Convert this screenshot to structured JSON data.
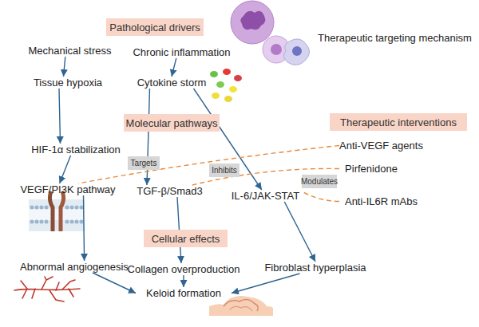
{
  "diagram": {
    "nodes": [
      {
        "text": [
          "Pathological drivers"
        ]
      },
      {
        "text": [
          "Mechanical stress"
        ]
      },
      {
        "text": [
          "Chronic inflammation"
        ]
      },
      {
        "text": [
          "Tissue hypoxia"
        ]
      },
      {
        "text": [
          "Cytokine storm"
        ]
      },
      {
        "text": [
          "Molecular pathways"
        ]
      },
      {
        "text": [
          "Therapeutic interventions"
        ]
      },
      {
        "text": [
          "Anti-VEGF agents"
        ]
      },
      {
        "text": [
          "HIF-1α stabilization"
        ]
      },
      {
        "text": [
          "Targets"
        ]
      },
      {
        "text": [
          "Pirfenidone"
        ]
      },
      {
        "text": [
          "Inhibits"
        ]
      },
      {
        "text": [
          "Modulates"
        ]
      },
      {
        "text": [
          "VEGF/PI3K pathway"
        ]
      },
      {
        "text": [
          "TGF-β/Smad3"
        ]
      },
      {
        "text": [
          "IL-6/JAK-STAT"
        ]
      },
      {
        "text": [
          "Anti-IL6R mAbs"
        ]
      },
      {
        "text": [
          "Cellular effects"
        ]
      },
      {
        "text": [
          "Abnormal angiogenesis"
        ]
      },
      {
        "text": [
          "Collagen overproduction"
        ]
      },
      {
        "text": [
          "Fibroblast hyperplasia"
        ]
      },
      {
        "text": [
          "Keloid formation"
        ]
      }
    ],
    "edges": [
      {
        "from": 1,
        "to": 3,
        "arrow": "to"
      },
      {
        "from": 2,
        "to": 4,
        "arrow": "to"
      },
      {
        "from": 3,
        "to": 8,
        "arrow": "to"
      },
      {
        "from": 8,
        "to": 13,
        "arrow": "to"
      },
      {
        "from": 4,
        "to": 14,
        "arrow": "to"
      },
      {
        "from": 4,
        "to": 15,
        "arrow": "to"
      },
      {
        "from": 13,
        "to": 18,
        "arrow": "to"
      },
      {
        "from": 14,
        "to": 19,
        "arrow": "to"
      },
      {
        "from": 15,
        "to": 20,
        "arrow": "to"
      },
      {
        "from": 18,
        "to": 21,
        "arrow": "to"
      },
      {
        "from": 19,
        "to": 21,
        "arrow": "to"
      },
      {
        "from": 20,
        "to": 21,
        "arrow": "to"
      },
      {
        "from": 7,
        "to": 13,
        "arrow": "none"
      },
      {
        "from": 10,
        "to": 14,
        "arrow": "none"
      },
      {
        "from": 16,
        "to": 15,
        "arrow": "none"
      }
    ],
    "labels": [
      "Therapeutic targeting mechanism"
    ]
  }
}
